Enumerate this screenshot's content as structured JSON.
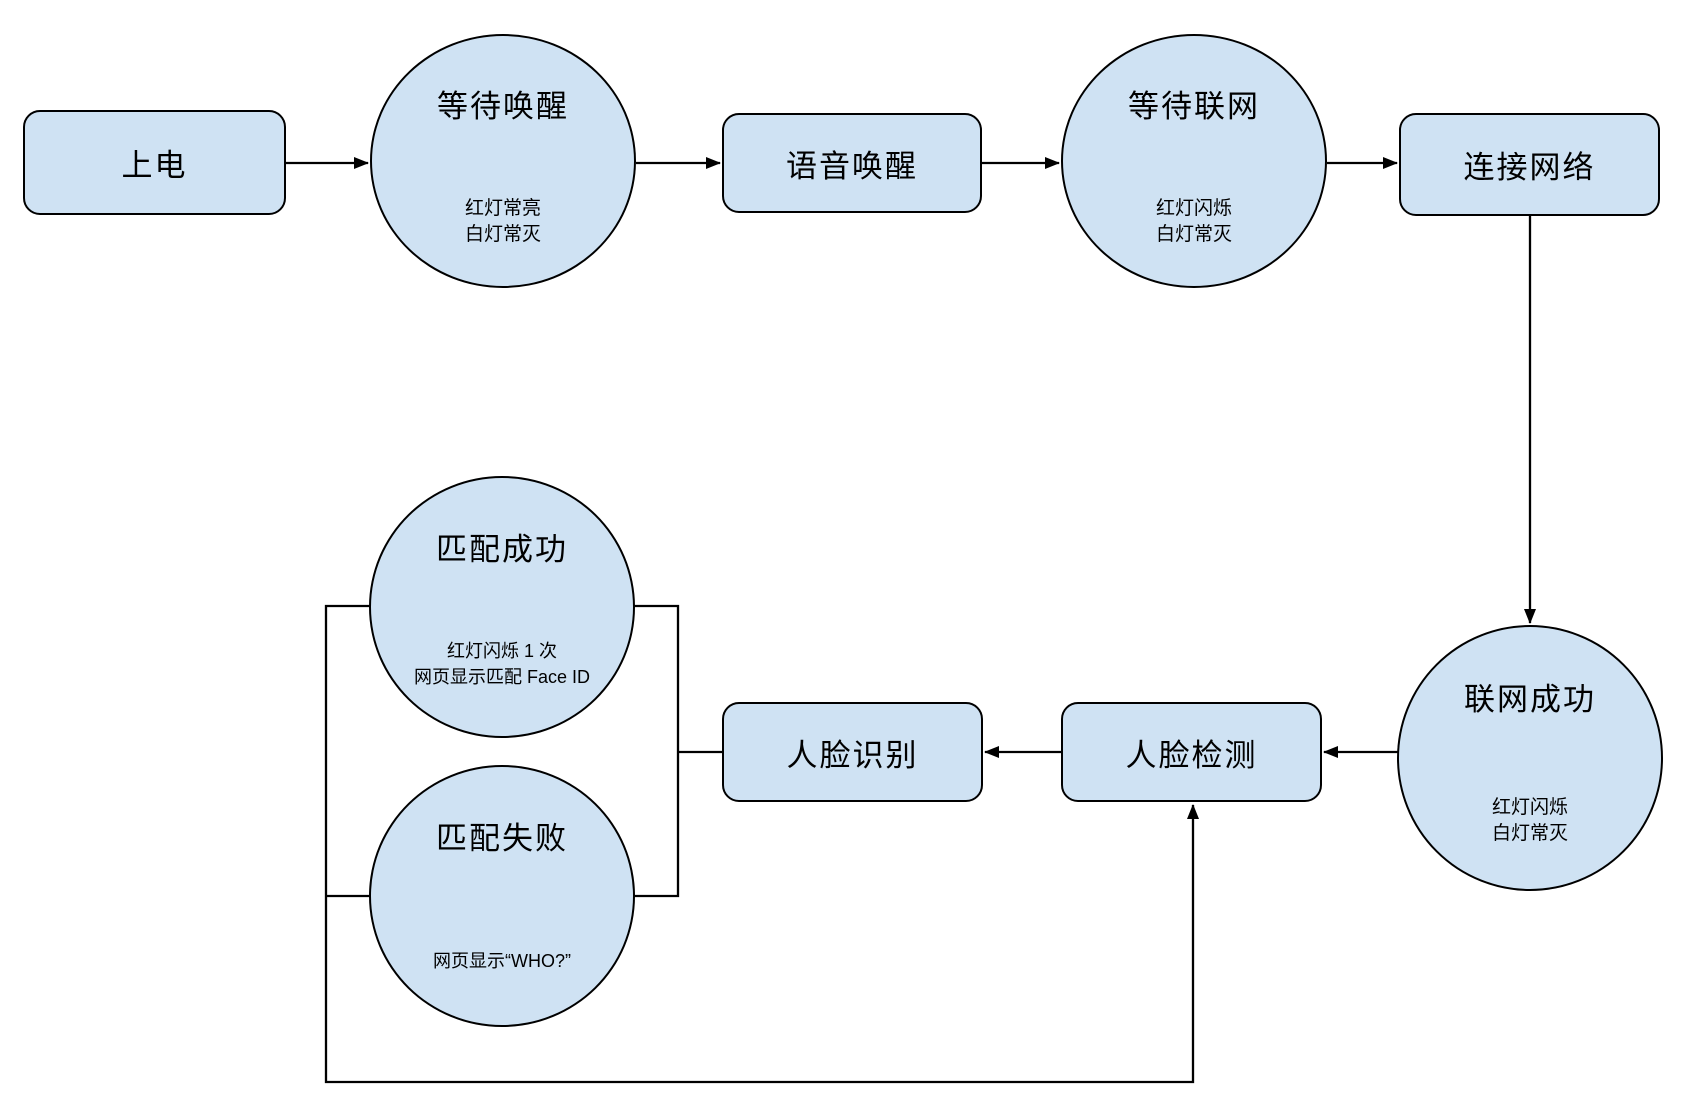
{
  "colors": {
    "background": "#ffffff",
    "node_fill": "#cfe2f3",
    "node_border": "#000000",
    "connector": "#000000"
  },
  "nodes": {
    "power_on": {
      "label": "上电"
    },
    "wait_wake": {
      "label": "等待唤醒",
      "sub1": "红灯常亮",
      "sub2": "白灯常灭"
    },
    "voice_wake": {
      "label": "语音唤醒"
    },
    "wait_network": {
      "label": "等待联网",
      "sub1": "红灯闪烁",
      "sub2": "白灯常灭"
    },
    "connect_network": {
      "label": "连接网络"
    },
    "network_success": {
      "label": "联网成功",
      "sub1": "红灯闪烁",
      "sub2": "白灯常灭"
    },
    "face_detect": {
      "label": "人脸检测"
    },
    "face_recognize": {
      "label": "人脸识别"
    },
    "match_success": {
      "label": "匹配成功",
      "sub1": "红灯闪烁 1 次",
      "sub2": "网页显示匹配 Face ID"
    },
    "match_fail": {
      "label": "匹配失败",
      "sub1": "网页显示“WHO?”"
    }
  }
}
